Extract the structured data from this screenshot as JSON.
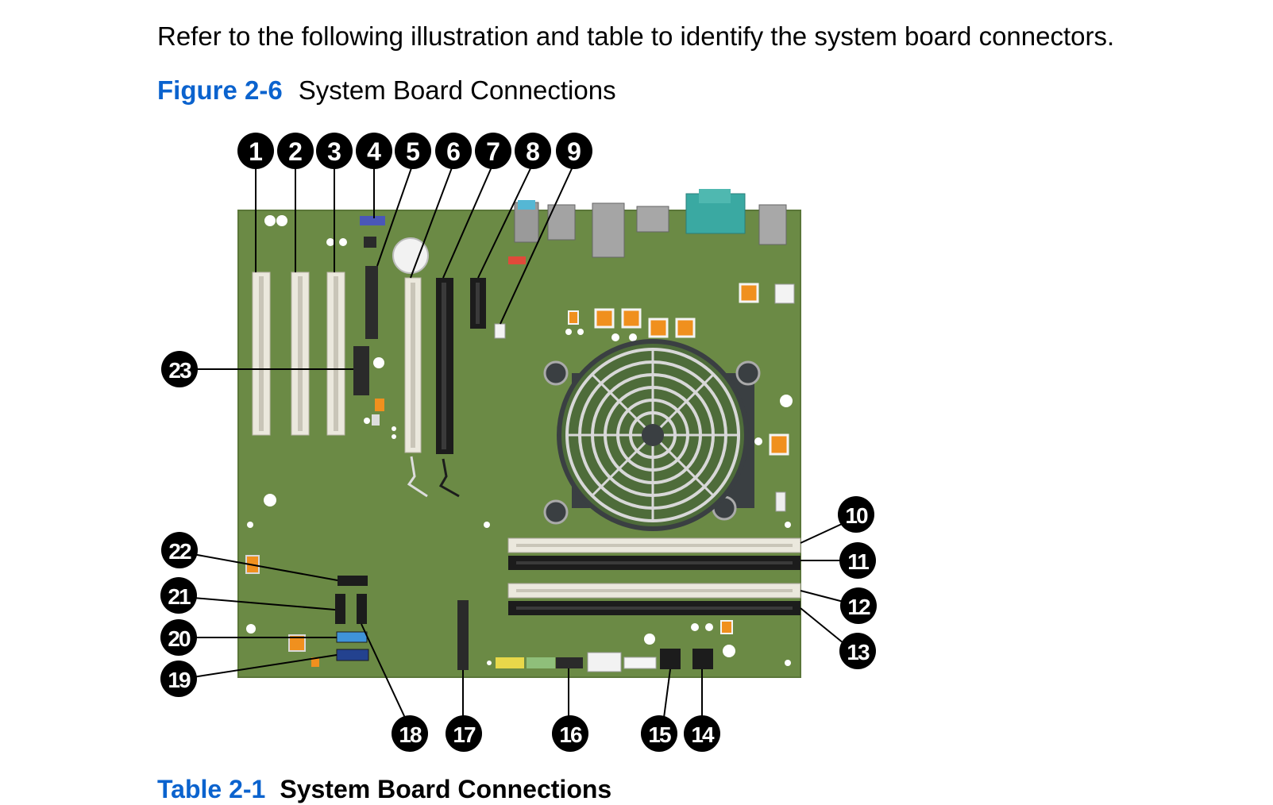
{
  "intro_text": "Refer to the following illustration and table to identify the system board connectors.",
  "figure": {
    "number": "Figure 2-6",
    "title": "System Board Connections"
  },
  "table_caption": {
    "number": "Table 2-1",
    "title": "System Board Connections"
  },
  "callouts": [
    "1",
    "2",
    "3",
    "4",
    "5",
    "6",
    "7",
    "8",
    "9",
    "10",
    "11",
    "12",
    "13",
    "14",
    "15",
    "16",
    "17",
    "18",
    "19",
    "20",
    "21",
    "22",
    "23"
  ],
  "colors": {
    "board": "#6b8a45",
    "board_edge": "#5a7638",
    "slot_white": "#ebe8dd",
    "slot_black": "#1c1c1c",
    "callout_bg": "#000000",
    "callout_text": "#ffffff",
    "fan_frame": "#3a3f42",
    "sata_blue": "#3f93d8",
    "sata_navy": "#23428f",
    "io_teal": "#3aa9a2",
    "orange": "#f0901e"
  }
}
